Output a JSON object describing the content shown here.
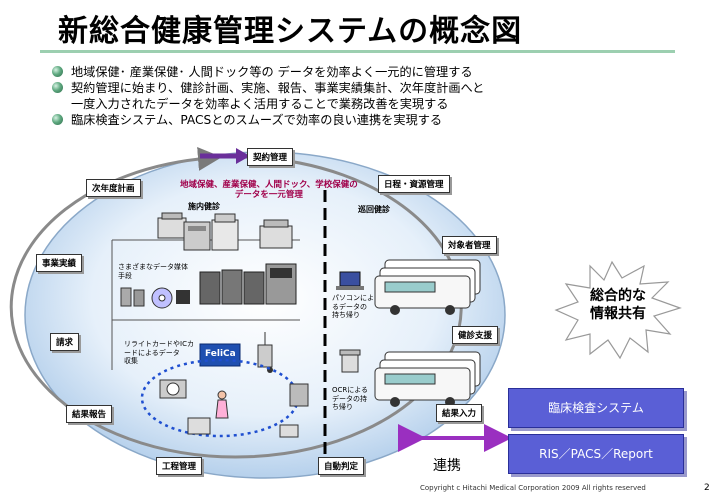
{
  "title": "新総合健康管理システムの概念図",
  "bullets": [
    [
      "地域保健･ 産業保健･ 人間ドック等の データを効率よく一元的に管理する"
    ],
    [
      "契約管理に始まり、健診計画、実施、報告、事業実績集計、次年度計画へと",
      "一度入力されたデータを効率よく活用することで業務改善を実現する"
    ],
    [
      "臨床検査システム、PACSとのスムーズで効率の良い連携を実現する"
    ]
  ],
  "cycle_labels": {
    "contract": "契約管理",
    "next_year": "次年度計画",
    "schedule": "日程・資源管理",
    "business": "事業実績",
    "subject": "対象者管理",
    "billing": "請求",
    "exam_support": "健診支援",
    "report": "結果報告",
    "result_input": "結果入力",
    "process": "工程管理",
    "auto_judge": "自動判定"
  },
  "center_text": [
    "地域保健、産業保健、人間ドック、学校保健の",
    "データを一元管理"
  ],
  "in_house": "施内健診",
  "tour": "巡回健診",
  "notes": {
    "media": [
      "さまざまなデータ媒体",
      "手段"
    ],
    "felica": [
      "リライトカードやICカ",
      "ードによるデータ",
      "収集"
    ],
    "pc": [
      "パソコンによ",
      "るデータの",
      "持ち帰り"
    ],
    "ocr": [
      "OCRによる",
      "データの持",
      "ち帰り"
    ]
  },
  "felica_text": "FeliCa",
  "starburst": [
    "総合的な",
    "情報共有"
  ],
  "systems": {
    "lab": "臨床検査システム",
    "ris": "RIS／PACS／Report"
  },
  "link_label": "連携",
  "footer": "Copyright c Hitachi Medical Corporation 2009 All rights reserved",
  "page_number": "2",
  "colors": {
    "ellipse": "#d7e8f7",
    "system_box": "#5a5fd6",
    "arrow": "#9a2fc0",
    "accent_rule": "#9ccfb0"
  }
}
